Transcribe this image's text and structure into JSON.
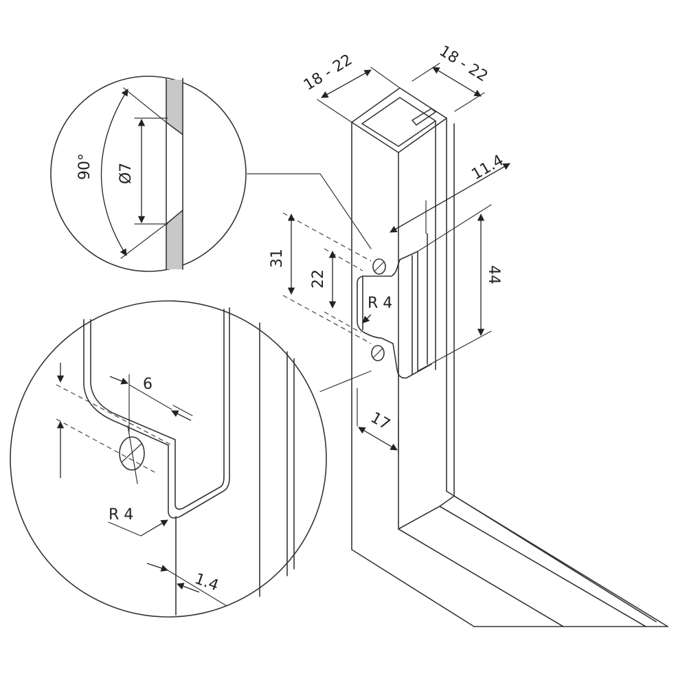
{
  "diagram": {
    "labels": {
      "width_front": "18 - 22",
      "width_side": "18 - 22",
      "offset_11_4": "11.4",
      "spacing_31": "31",
      "spacing_22": "22",
      "radius_main": "R 4",
      "height_44": "44",
      "depth_17": "17",
      "angle_90": "90°",
      "hole_diameter": "Ø7",
      "detail_6": "6",
      "detail_radius": "R 4",
      "thickness_1_4": "1.4"
    },
    "colors": {
      "line": "#333333",
      "section_fill": "#c8c8c8",
      "background": "#ffffff"
    }
  }
}
